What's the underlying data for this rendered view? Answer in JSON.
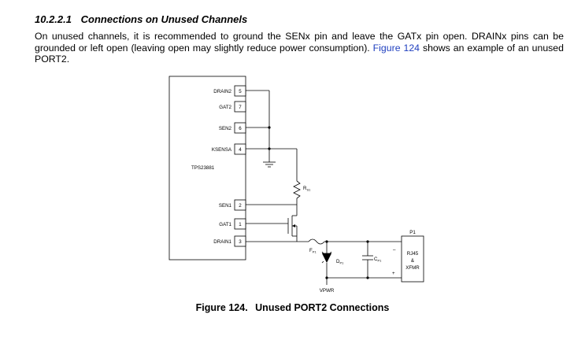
{
  "section": {
    "number": "10.2.2.1",
    "title": "Connections on Unused Channels"
  },
  "paragraph": {
    "text_before": "On unused channels, it is recommended to ground the SENx pin and leave the GATx pin open. DRAINx pins can be grounded or left open (leaving open may slightly reduce power consumption). ",
    "link_text": "Figure 124",
    "text_after": " shows an example of an unused PORT2."
  },
  "schematic": {
    "chip_name": "TPS23881",
    "pins": [
      {
        "label": "DRAIN2",
        "number": "5"
      },
      {
        "label": "GAT2",
        "number": "7"
      },
      {
        "label": "SEN2",
        "number": "6"
      },
      {
        "label": "KSENSA",
        "number": "4"
      },
      {
        "label": "SEN1",
        "number": "2"
      },
      {
        "label": "GAT1",
        "number": "1"
      },
      {
        "label": "DRAIN1",
        "number": "3"
      }
    ],
    "resistor_label": "R",
    "resistor_sub": "S1",
    "fuse_label": "F",
    "fuse_sub": "P1",
    "diode_label": "D",
    "diode_sub": "P1",
    "cap_label": "C",
    "cap_sub": "P1",
    "vpwr_label": "VPWR",
    "connector_title": "P1",
    "connector_lines": [
      "RJ45",
      "&",
      "XFMR"
    ],
    "minus_sign": "–",
    "plus_sign": "+"
  },
  "caption": {
    "label": "Figure 124.",
    "text": "Unused PORT2 Connections"
  }
}
